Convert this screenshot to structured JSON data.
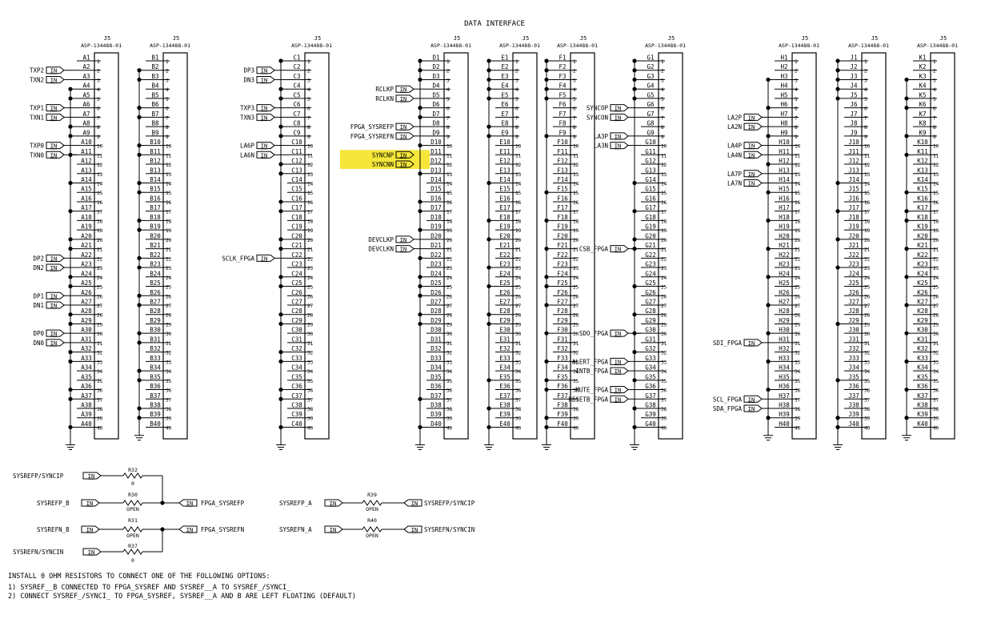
{
  "title": "DATA INTERFACE",
  "highlight_color": "#f5e63a",
  "connectors": [
    {
      "prefix": "A",
      "ref": "J5",
      "part": "ASP-134488-01",
      "grounds": [
        4,
        5,
        8,
        9,
        11,
        14,
        17,
        20,
        21,
        24,
        25,
        28,
        29,
        32,
        33,
        36,
        37,
        40
      ],
      "nets": [
        [
          2,
          "TXP2"
        ],
        [
          3,
          "TXN2"
        ],
        [
          6,
          "TXP1"
        ],
        [
          7,
          "TXN1"
        ],
        [
          10,
          "TXP0"
        ],
        [
          11,
          "TXN0"
        ],
        [
          22,
          "DP2"
        ],
        [
          23,
          "DN2"
        ],
        [
          26,
          "DP1"
        ],
        [
          27,
          "DN1"
        ],
        [
          30,
          "DP0"
        ],
        [
          31,
          "DN0"
        ]
      ]
    },
    {
      "prefix": "B",
      "ref": "J5",
      "part": "ASP-134488-01",
      "grounds": [
        2,
        3,
        6,
        7,
        10,
        11,
        14,
        15,
        18,
        19,
        22,
        23,
        26,
        27,
        30,
        31,
        34,
        35,
        38,
        39
      ],
      "nets": []
    },
    {
      "prefix": "C",
      "ref": "J5",
      "part": "ASP-134488-01",
      "grounds": [
        1,
        4,
        5,
        8,
        9,
        12,
        13,
        16,
        17,
        20,
        21,
        24,
        25,
        28,
        29,
        32,
        33,
        36,
        37,
        40
      ],
      "nets": [
        [
          2,
          "DP3"
        ],
        [
          3,
          "DN3"
        ],
        [
          6,
          "TXP3"
        ],
        [
          7,
          "TXN3"
        ],
        [
          10,
          "LA6P"
        ],
        [
          11,
          "LA6N"
        ],
        [
          22,
          "SCLK_FPGA"
        ]
      ]
    },
    {
      "prefix": "D",
      "ref": "J5",
      "part": "ASP-134488-01",
      "grounds": [
        1,
        2,
        3,
        6,
        7,
        10,
        13,
        16,
        17,
        19,
        22,
        24,
        25,
        26,
        28,
        29,
        37,
        40
      ],
      "nets": [
        [
          4,
          "RCLKP"
        ],
        [
          5,
          "RCLKN"
        ],
        [
          8,
          "FPGA_SYSREFP"
        ],
        [
          9,
          "FPGA_SYSREFN"
        ],
        [
          11,
          "SYNCNP"
        ],
        [
          12,
          "SYNCNN"
        ],
        [
          20,
          "DEVCLKP"
        ],
        [
          21,
          "DEVCLKN"
        ]
      ],
      "highlight_nets": [
        "SYNCNP",
        "SYNCNN"
      ]
    },
    {
      "prefix": "E",
      "ref": "J5",
      "part": "ASP-134488-01",
      "grounds": [
        1,
        2,
        3,
        4,
        5,
        8,
        9,
        14,
        18,
        20,
        23,
        25,
        28,
        29,
        35,
        38,
        40
      ],
      "nets": []
    },
    {
      "prefix": "F",
      "ref": "J5",
      "part": "ASP-134488-01",
      "grounds": [
        1,
        2,
        3,
        4,
        5,
        9,
        15,
        18,
        21,
        24,
        25,
        27,
        30,
        33,
        35,
        36,
        39,
        40
      ],
      "nets": []
    },
    {
      "prefix": "G",
      "ref": "J5",
      "part": "ASP-134488-01",
      "grounds": [
        1,
        2,
        3,
        4,
        5,
        14,
        17,
        20,
        21,
        25,
        28,
        30,
        32,
        35,
        38,
        40
      ],
      "nets": [
        [
          6,
          "SYNCOP"
        ],
        [
          7,
          "SYNCON"
        ],
        [
          9,
          "LA3P"
        ],
        [
          10,
          "LA3N"
        ],
        [
          21,
          "CSB_FPGA"
        ],
        [
          30,
          "SDO_FPGA"
        ],
        [
          33,
          "ALERT_FPGA"
        ],
        [
          34,
          "INTB_FPGA"
        ],
        [
          36,
          "MUTE_FPGA"
        ],
        [
          37,
          "RESETB_FPGA"
        ]
      ]
    },
    {
      "prefix": "H",
      "ref": "J5",
      "part": "ASP-134488-01",
      "grounds": [
        3,
        6,
        9,
        12,
        15,
        18,
        21,
        24,
        27,
        30,
        33,
        36,
        39
      ],
      "nets": [
        [
          7,
          "LA2P"
        ],
        [
          8,
          "LA2N"
        ],
        [
          10,
          "LA4P"
        ],
        [
          11,
          "LA4N"
        ],
        [
          13,
          "LA7P"
        ],
        [
          14,
          "LA7N"
        ],
        [
          31,
          "SDI_FPGA"
        ],
        [
          37,
          "SCL_FPGA"
        ],
        [
          38,
          "SDA_FPGA"
        ]
      ]
    },
    {
      "prefix": "J",
      "ref": "J5",
      "part": "ASP-134488-01",
      "grounds": [
        1,
        2,
        3,
        4,
        5,
        14,
        17,
        20,
        23,
        29,
        35,
        39,
        40
      ],
      "nets": []
    },
    {
      "prefix": "K",
      "ref": "J5",
      "part": "ASP-134488-01",
      "grounds": [
        3,
        5,
        6,
        9,
        11,
        15,
        17,
        18,
        21,
        24,
        27,
        30,
        33,
        36,
        39
      ],
      "nets": []
    }
  ],
  "sysref": {
    "left": {
      "in_p_top": "SYSREFP/SYNCIP",
      "in_p_b": "SYSREFP_B",
      "in_n_b": "SYSREFN_B",
      "in_n_bot": "SYSREFN/SYNCIN",
      "out_p": "FPGA_SYSREFP",
      "out_n": "FPGA_SYSREFN",
      "r32": "R32",
      "r32_val": "0",
      "r30": "R30",
      "r30_val": "OPEN",
      "r31": "R31",
      "r31_val": "OPEN",
      "r37": "R37",
      "r37_val": "0"
    },
    "right": {
      "in_p": "SYSREFP_A",
      "in_n": "SYSREFN_A",
      "out_p": "SYSREFP/SYNCIP",
      "out_n": "SYSREFN/SYNCIN",
      "r39": "R39",
      "r39_val": "OPEN",
      "r40": "R40",
      "r40_val": "OPEN"
    },
    "port_label": "IN"
  },
  "notes": [
    "INSTALL 0 OHM RESISTORS TO CONNECT ONE OF THE FOLLOWING OPTIONS:",
    "1) SYSREF__B CONNECTED TO FPGA_SYSREF AND SYSREF__A TO SYSREF_/SYNCI_",
    "2) CONNECT SYSREF_/SYNCI_ TO FPGA_SYSREF, SYSREF__A AND B ARE LEFT FLOATING (DEFAULT)"
  ]
}
